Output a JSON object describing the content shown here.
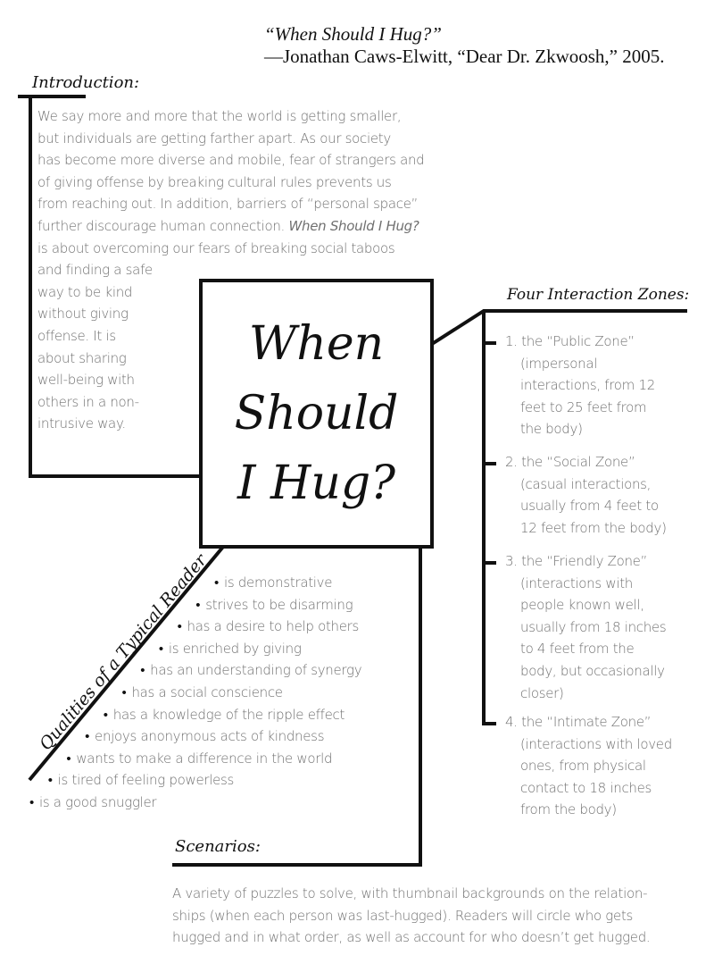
{
  "quote": {
    "title": "“When Should I Hug?”",
    "attribution": "—Jonathan Caws-Elwitt, “Dear Dr. Zkwoosh,” 2005."
  },
  "introduction": {
    "heading": "Introduction:",
    "lines": [
      "We say more and more that the world is getting smaller,",
      "but individuals are getting farther apart.  As our society",
      "has become more diverse and mobile, fear of strangers and",
      "of giving offense by breaking cultural rules prevents us",
      "from reaching out.  In addition, barriers of “personal space”",
      "further discourage human connection.  When Should I Hug?",
      "is about overcoming our fears of breaking social taboos",
      "and finding a safe",
      "way to be kind",
      "without giving",
      "offense.  It is",
      "about sharing",
      "well-being with",
      "others in a non-",
      "intrusive way."
    ]
  },
  "title": {
    "line1": "When",
    "line2": "Should",
    "line3": "I Hug?"
  },
  "zones": {
    "heading": "Four Interaction Zones:",
    "items": [
      {
        "lines": [
          "1. the “Public Zone”",
          "(impersonal",
          "interactions, from 12",
          "feet to 25 feet from",
          "the body)"
        ]
      },
      {
        "lines": [
          "2. the “Social Zone”",
          "(casual interactions,",
          "usually from 4 feet to",
          "12 feet from the body)"
        ]
      },
      {
        "lines": [
          "3. the “Friendly Zone”",
          "(interactions with",
          "people known well,",
          "usually from 18 inches",
          "to 4 feet from the",
          "body, but occasionally",
          "closer)"
        ]
      },
      {
        "lines": [
          "4. the “Intimate Zone”",
          "(interactions with loved",
          "ones, from physical",
          "contact to 18 inches",
          "from the body)"
        ]
      }
    ]
  },
  "qualities": {
    "heading": "Qualities of a Typical Reader",
    "items": [
      "is demonstrative",
      "strives to be disarming",
      "has a desire to help others",
      "is enriched by giving",
      "has an understanding of synergy",
      "has a social conscience",
      "has a knowledge of the ripple effect",
      "enjoys anonymous acts of kindness",
      "wants to make a difference in the world",
      "is tired of feeling powerless",
      "is a good snuggler"
    ]
  },
  "scenarios": {
    "heading": "Scenarios:",
    "lines": [
      "A variety of puzzles to solve, with thumbnail backgrounds on the relation-",
      "ships (when each person was last-hugged).  Readers will circle who gets",
      "hugged and in what order, as well as account for who doesn’t get hugged."
    ]
  }
}
